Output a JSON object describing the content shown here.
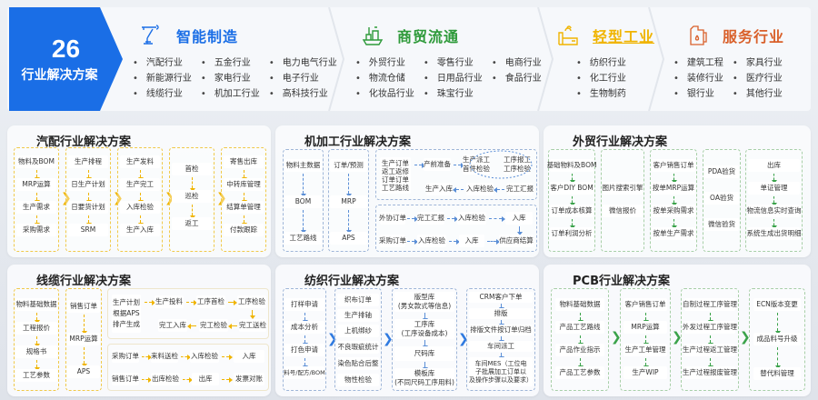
{
  "hero": {
    "count": "26",
    "label": "行业解决方案",
    "color": "#1a6ee6"
  },
  "categories": [
    {
      "title": "智能制造",
      "icon": "robot-arm-icon",
      "color": "#1a6ee6",
      "items": [
        "汽配行业",
        "新能源行业",
        "线缆行业",
        "五金行业",
        "家电行业",
        "机加工行业",
        "电力电气行业",
        "电子行业",
        "高科技行业"
      ]
    },
    {
      "title": "商贸流通",
      "icon": "cargo-ship-icon",
      "color": "#2e9a3a",
      "items": [
        "外贸行业",
        "物流仓储",
        "化妆品行业",
        "零售行业",
        "日用品行业",
        "珠宝行业",
        "电商行业",
        "食品行业"
      ]
    },
    {
      "title": "轻型工业",
      "icon": "factory-icon",
      "color": "#f0b400",
      "items": [
        "纺织行业",
        "化工行业",
        "生物制药"
      ]
    },
    {
      "title": "服务行业",
      "icon": "canister-icon",
      "color": "#d9602a",
      "items": [
        "建筑工程",
        "装修行业",
        "银行业",
        "家具行业",
        "医疗行业",
        "其他行业"
      ]
    }
  ],
  "panels": {
    "auto": {
      "title": "汽配行业解决方案",
      "cols": [
        [
          "物料及BOM",
          "MRP运算",
          "生产需求",
          "采购需求"
        ],
        [
          "生产排程",
          "日生产计划",
          "日要货计划",
          "SRM"
        ],
        [
          "生产发料",
          "生产完工",
          "入库检验",
          "生产入库"
        ],
        [
          "首检",
          "巡检",
          "返工"
        ],
        [
          "寄售出库",
          "中转库管理",
          "结算单管理",
          "付款跟踪"
        ]
      ]
    },
    "machining": {
      "title": "机加工行业解决方案",
      "col1": [
        "物料主数据",
        "BOM",
        "工艺路线"
      ],
      "col2": [
        "订单/预测",
        "MRP",
        "APS"
      ],
      "flow_top": {
        "start": [
          "生产订单",
          "返工返修",
          "订单订单",
          "工艺路线"
        ],
        "row1": [
          "产前准备",
          "生产派工 首件检验",
          "工序报工 工序检验"
        ],
        "row2": [
          "生产入库",
          "入库检验",
          "完工汇报"
        ]
      },
      "flow_bottom": {
        "row1": [
          "外协订单",
          "完工汇报",
          "入库检验",
          "入库"
        ],
        "row2": [
          "采购订单",
          "入库检验",
          "入库",
          "供应商结算"
        ]
      }
    },
    "trade": {
      "title": "外贸行业解决方案",
      "cols": [
        [
          "基础物料及BOM",
          "客户DIY BOM",
          "订单成本核算",
          "订单利润分析"
        ],
        [
          "图片搜索引擎",
          "微信报价"
        ],
        [
          "客户销售订单",
          "按单MRP运算",
          "按单采购需求",
          "按单生产需求"
        ],
        [
          "PDA验货",
          "OA验货",
          "微信验货"
        ],
        [
          "出库",
          "单证管理",
          "物流信息实时查询",
          "系统生成出货明细"
        ]
      ]
    },
    "cable": {
      "title": "线缆行业解决方案",
      "col1": [
        "物料基础数据",
        "工程报价",
        "规格书",
        "工艺参数"
      ],
      "col2": [
        "销售订单",
        "MRP运算",
        "APS"
      ],
      "flow_top": {
        "start": [
          "生产计划",
          "根据APS",
          "排产生成"
        ],
        "row1": [
          "生产投料",
          "工序首检",
          "工序检验"
        ],
        "row2": [
          "完工入库",
          "完工检验",
          "完工送检"
        ]
      },
      "flow_bottom": {
        "row1": [
          "采购订单",
          "来料送检",
          "入库检验",
          "入库"
        ],
        "row2": [
          "销售订单",
          "出库检验",
          "出库",
          "发票对账"
        ]
      }
    },
    "textile": {
      "title": "纺织行业解决方案",
      "cols": [
        [
          "打样申请",
          "成本分析",
          "打色申请",
          "料号/配方/BOM"
        ],
        [
          "织布订单",
          "生产排轴",
          "上机绑纱",
          "不良瑕疵统计",
          "染色贴合后整",
          "物性检验"
        ],
        [
          "版型库\n(男女款式等信息)",
          "工序库\n(工序设备成本)",
          "尺码库",
          "模板库\n(不同尺码工序用料)"
        ],
        [
          "CRM客户下单",
          "排版",
          "排版文件按订单归档",
          "车间派工",
          "车间MES（工位电\n子批展加工订单以\n及操作步骤以及要求）"
        ]
      ]
    },
    "pcb": {
      "title": "PCB行业解决方案",
      "cols": [
        [
          "物料基础数据",
          "产品工艺路线",
          "产品作业指示",
          "产品工艺参数"
        ],
        [
          "客户销售订单",
          "MRP运算",
          "生产工单管理",
          "生产WIP"
        ],
        [
          "自制过程工序管理",
          "外发过程工序管理",
          "生产过程返工管理",
          "生产过程报废管理"
        ],
        [
          "ECN版本变更",
          "成品料号升级",
          "替代料管理"
        ]
      ]
    }
  }
}
